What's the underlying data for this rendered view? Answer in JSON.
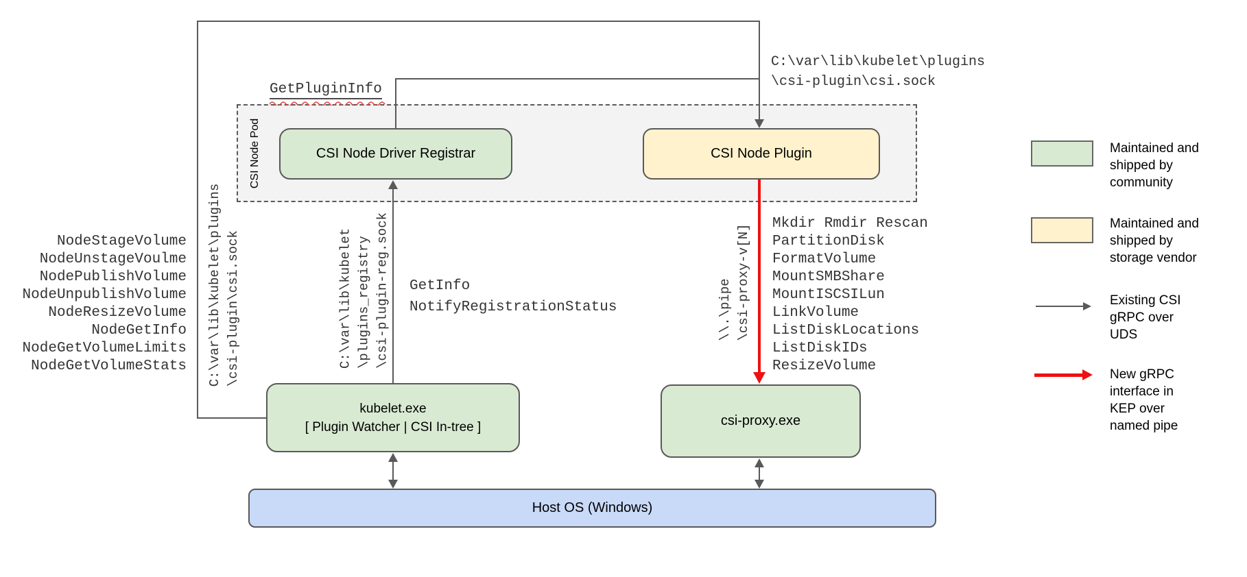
{
  "diagram": {
    "pod_label": "CSI Node Pod",
    "boxes": {
      "registrar": "CSI Node Driver Registrar",
      "plugin": "CSI Node Plugin",
      "kubelet": "kubelet.exe\n[ Plugin Watcher | CSI In-tree ]",
      "csi_proxy": "csi-proxy.exe",
      "host_os": "Host OS (Windows)"
    },
    "labels": {
      "get_plugin_info": "GetPluginInfo",
      "csi_sock_path": "C:\\var\\lib\\kubelet\\plugins\n\\csi-plugin\\csi.sock",
      "csi_sock_path_vertical": "C:\\var\\lib\\kubelet\\plugins\n\\csi-plugin\\csi.sock",
      "registry_sock_path_vertical": "C:\\var\\lib\\kubelet\n\\plugins_registry\n\\csi-plugin-reg.sock",
      "registration_calls": "GetInfo\nNotifyRegistrationStatus",
      "named_pipe_vertical": "\\\\.\\pipe\n\\csi-proxy-v[N]"
    },
    "node_calls": [
      "NodeStageVolume",
      "NodeUnstageVoulme",
      "NodePublishVolume",
      "NodeUnpublishVolume",
      "NodeResizeVolume",
      "NodeGetInfo",
      "NodeGetVolumeLimits",
      "NodeGetVolumeStats"
    ],
    "proxy_calls": [
      "Mkdir Rmdir Rescan",
      "PartitionDisk",
      "FormatVolume",
      "MountSMBShare",
      "MountISCSILun",
      "LinkVolume",
      "ListDiskLocations",
      "ListDiskIDs",
      "ResizeVolume"
    ]
  },
  "legend": {
    "community_text": "Maintained and\nshipped by\ncommunity",
    "vendor_text": "Maintained and\nshipped by\nstorage vendor",
    "existing_text": "Existing CSI\ngRPC over\nUDS",
    "new_text": "New gRPC\ninterface in\nKEP over\nnamed pipe"
  },
  "colors": {
    "community_green": "#d9ead3",
    "vendor_yellow": "#fff2cc",
    "host_blue": "#c9daf8",
    "pod_gray": "#f3f3f3",
    "line_gray": "#595959",
    "new_arrow_red": "#ee1111",
    "squiggle_red": "#e04040"
  }
}
